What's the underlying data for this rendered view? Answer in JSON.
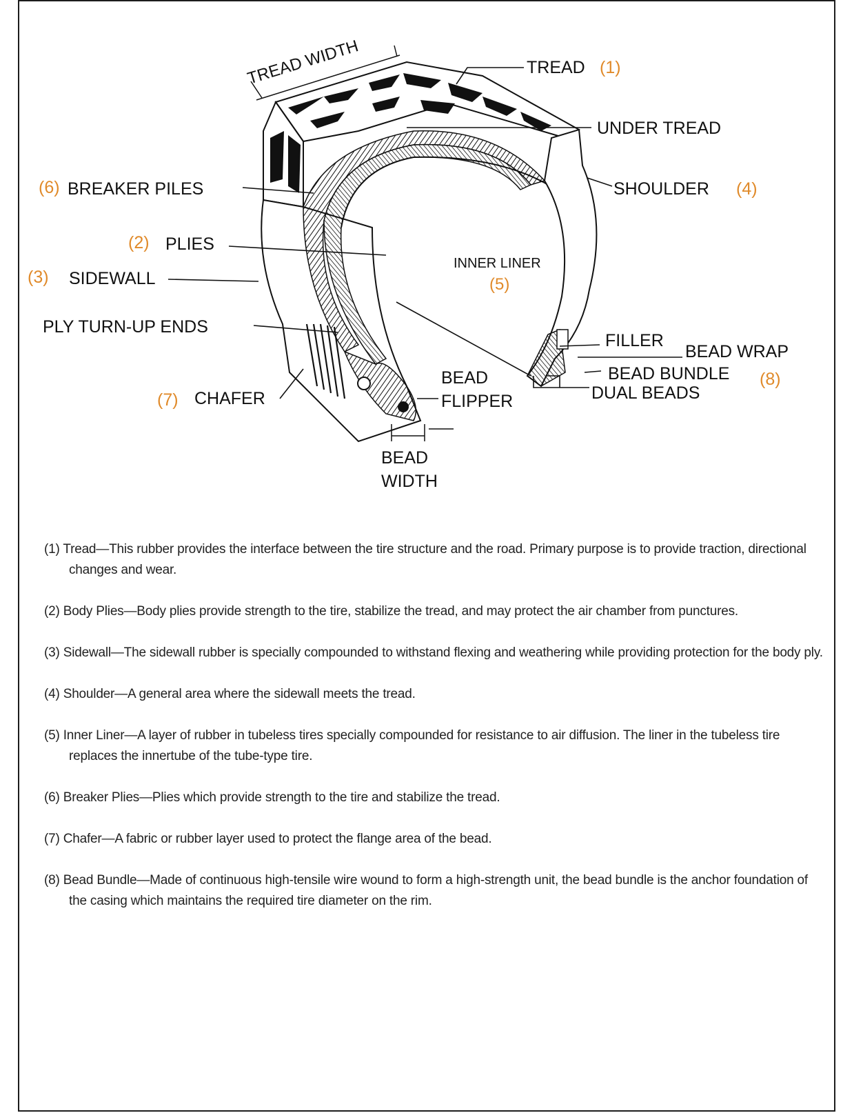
{
  "colors": {
    "label": "#111111",
    "callout_number": "#e08a2a",
    "frame": "#1c1c1c",
    "note_text": "#222222"
  },
  "diagram": {
    "labels": {
      "tread_width": "TREAD WIDTH",
      "tread": "TREAD",
      "tread_num": "(1)",
      "under_tread": "UNDER TREAD",
      "breaker_piles": "BREAKER PILES",
      "breaker_num": "(6)",
      "shoulder": "SHOULDER",
      "shoulder_num": "(4)",
      "plies": "PLIES",
      "plies_num": "(2)",
      "inner_liner": "INNER LINER",
      "inner_liner_num": "(5)",
      "sidewall": "SIDEWALL",
      "sidewall_num": "(3)",
      "ply_turn_up_ends": "PLY TURN-UP ENDS",
      "filler": "FILLER",
      "bead_wrap": "BEAD WRAP",
      "bead_bundle": "BEAD BUNDLE",
      "bead_bundle_num": "(8)",
      "dual_beads": "DUAL BEADS",
      "bead_flipper_1": "BEAD",
      "bead_flipper_2": "FLIPPER",
      "chafer": "CHAFER",
      "chafer_num": "(7)",
      "bead_width_1": "BEAD",
      "bead_width_2": "WIDTH"
    }
  },
  "notes": [
    {
      "num": "(1)",
      "text": "Tread—This rubber provides the interface between the tire structure and the road.  Primary purpose is to provide traction, directional changes and wear."
    },
    {
      "num": "(2)",
      "text": "Body Plies—Body plies provide strength to the tire, stabilize the tread, and may protect the air chamber from punctures."
    },
    {
      "num": "(3)",
      "text": "Sidewall—The sidewall rubber is specially compounded to withstand flexing and weathering while providing protection for the body ply."
    },
    {
      "num": "(4)",
      "text": "Shoulder—A general area where the sidewall meets the tread."
    },
    {
      "num": "(5)",
      "text": "Inner Liner—A layer of rubber in tubeless tires specially compounded for resistance to air diffusion. The liner in the tubeless tire replaces the innertube of the tube-type tire."
    },
    {
      "num": "(6)",
      "text": "Breaker Plies—Plies which provide strength to the tire and stabilize the tread."
    },
    {
      "num": "(7)",
      "text": "Chafer—A fabric or rubber layer used to protect the flange area of the bead."
    },
    {
      "num": "(8)",
      "text": "Bead Bundle—Made of continuous high-tensile wire wound to form a high-strength unit, the bead bundle is the anchor foundation of the casing which maintains the required tire diameter on the rim."
    }
  ]
}
